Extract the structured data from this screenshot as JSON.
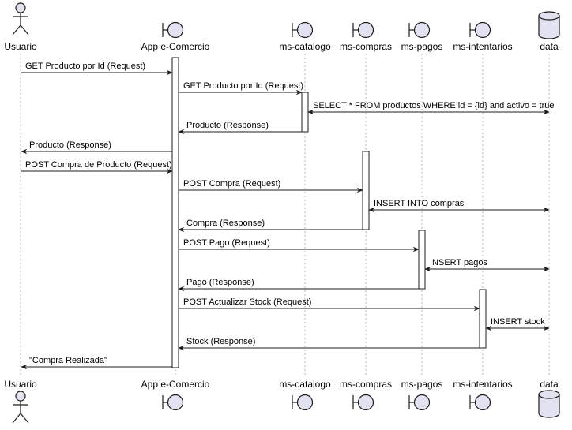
{
  "participants": [
    {
      "id": "usuario",
      "label": "Usuario",
      "kind": "actor"
    },
    {
      "id": "app",
      "label": "App e-Comercio",
      "kind": "boundary"
    },
    {
      "id": "catalogo",
      "label": "ms-catalogo",
      "kind": "boundary"
    },
    {
      "id": "compras",
      "label": "ms-compras",
      "kind": "boundary"
    },
    {
      "id": "pagos",
      "label": "ms-pagos",
      "kind": "boundary"
    },
    {
      "id": "intentarios",
      "label": "ms-intentarios",
      "kind": "boundary"
    },
    {
      "id": "data",
      "label": "data",
      "kind": "database"
    }
  ],
  "messages": [
    {
      "from": "usuario",
      "to": "app",
      "text": "GET Producto por Id (Request)",
      "style": "solid"
    },
    {
      "from": "app",
      "to": "catalogo",
      "text": "GET Producto por Id (Request)",
      "style": "solid"
    },
    {
      "from": "catalogo",
      "to": "data",
      "text": "SELECT * FROM productos WHERE id = {id} and activo = true",
      "style": "both"
    },
    {
      "from": "catalogo",
      "to": "app",
      "text": "Producto (Response)",
      "style": "solid"
    },
    {
      "from": "app",
      "to": "usuario",
      "text": "Producto (Response)",
      "style": "solid"
    },
    {
      "from": "usuario",
      "to": "app",
      "text": "POST Compra de Producto (Request)",
      "style": "solid"
    },
    {
      "from": "app",
      "to": "compras",
      "text": "POST Compra (Request)",
      "style": "solid"
    },
    {
      "from": "compras",
      "to": "data",
      "text": "INSERT INTO compras",
      "style": "both"
    },
    {
      "from": "compras",
      "to": "app",
      "text": "Compra (Response)",
      "style": "solid"
    },
    {
      "from": "app",
      "to": "pagos",
      "text": "POST Pago (Request)",
      "style": "solid"
    },
    {
      "from": "pagos",
      "to": "data",
      "text": "INSERT pagos",
      "style": "both"
    },
    {
      "from": "pagos",
      "to": "app",
      "text": "Pago (Response)",
      "style": "solid"
    },
    {
      "from": "app",
      "to": "intentarios",
      "text": "POST Actualizar Stock (Request)",
      "style": "solid"
    },
    {
      "from": "intentarios",
      "to": "data",
      "text": "INSERT stock",
      "style": "both"
    },
    {
      "from": "intentarios",
      "to": "app",
      "text": "Stock (Response)",
      "style": "solid"
    },
    {
      "from": "app",
      "to": "usuario",
      "text": "\"Compra Realizada\"",
      "style": "solid"
    }
  ]
}
